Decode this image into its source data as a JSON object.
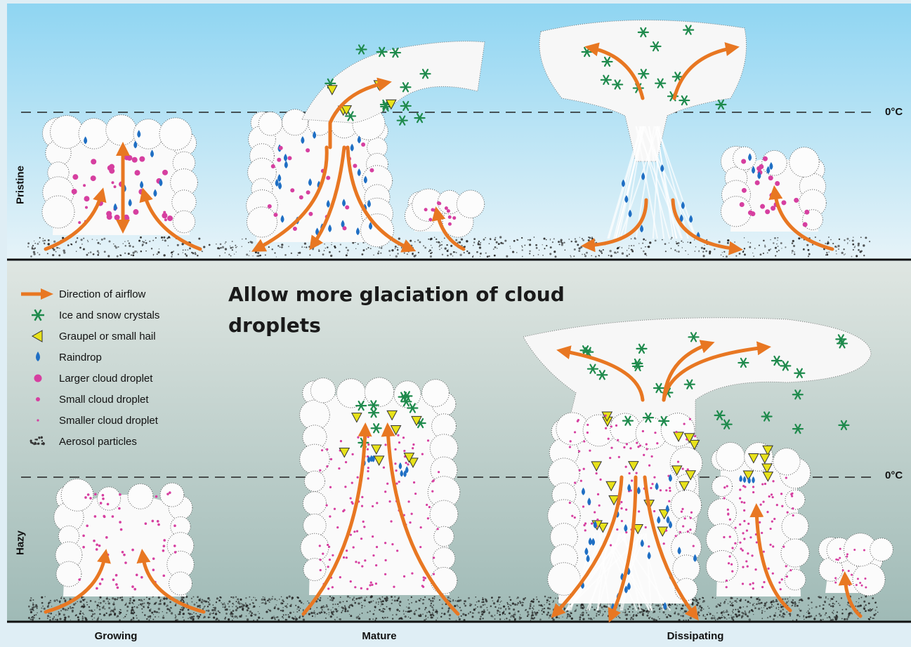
{
  "panels": {
    "top_label": "Pristine",
    "bottom_label": "Hazy"
  },
  "freezing_level_label": "0°C",
  "headline": "Allow more glaciation of cloud droplets",
  "stages": [
    "Growing",
    "Mature",
    "Dissipating"
  ],
  "legend": [
    {
      "symbol": "arrow-icon",
      "label": "Direction of airflow"
    },
    {
      "symbol": "asterisk-icon",
      "label": "Ice and snow crystals"
    },
    {
      "symbol": "triangle-icon",
      "label": "Graupel or small hail"
    },
    {
      "symbol": "raindrop-icon",
      "label": "Raindrop"
    },
    {
      "symbol": "large-dot-icon",
      "label": "Larger cloud droplet"
    },
    {
      "symbol": "small-dot-icon",
      "label": "Small cloud droplet"
    },
    {
      "symbol": "tiny-dot-icon",
      "label": "Smaller cloud droplet"
    },
    {
      "symbol": "aerosol-icon",
      "label": "Aerosol particles"
    }
  ],
  "colors": {
    "airflow": "#e87722",
    "ice": "#1e8a4c",
    "graupel": "#e8e21a",
    "raindrop": "#1f6fc4",
    "droplet": "#d63fa0",
    "sky_top": "#8fd3ef",
    "sky_bottom": "#a9c3be"
  }
}
